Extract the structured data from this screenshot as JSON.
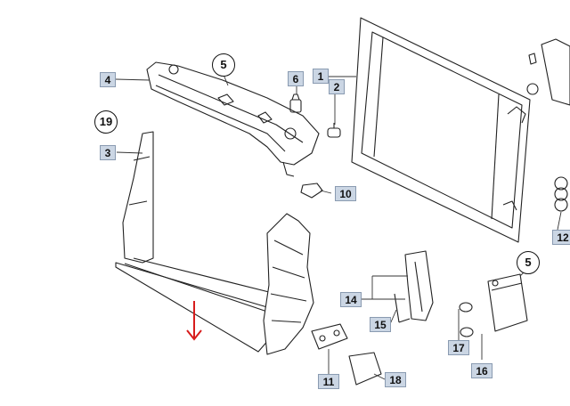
{
  "diagram": {
    "part_labels": {
      "p1": "1",
      "p2": "2",
      "p3": "3",
      "p4": "4",
      "p6": "6",
      "p10": "10",
      "p11": "11",
      "p12": "12",
      "p14": "14",
      "p15": "15",
      "p16": "16",
      "p17": "17",
      "p18": "18"
    },
    "circled_labels": {
      "c5_top": "5",
      "c5_right": "5",
      "c19": "19"
    },
    "colors": {
      "line": "#222222",
      "tag_fill": "#cbd6e4",
      "arrow": "#d71c1c"
    }
  }
}
